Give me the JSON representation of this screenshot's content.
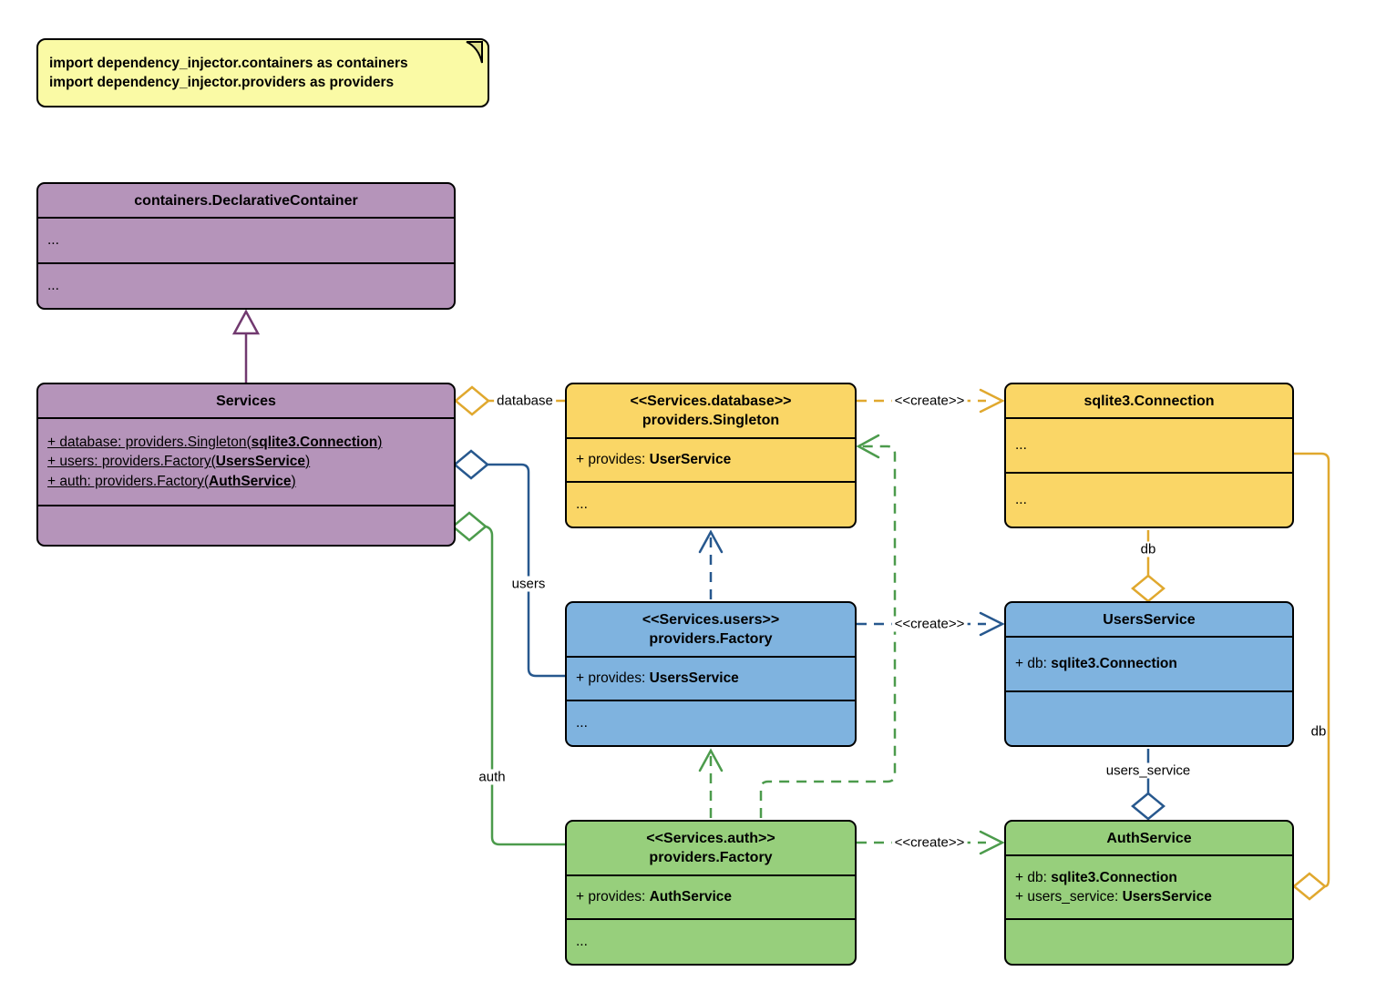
{
  "note": {
    "lines": [
      "import dependency_injector.containers as containers",
      "import dependency_injector.providers as providers"
    ]
  },
  "classes": {
    "declarative_container": {
      "title": "containers.DeclarativeContainer",
      "compartments": [
        "...",
        "..."
      ]
    },
    "services": {
      "title": "Services",
      "attributes": [
        {
          "prefix": "+ database: providers.Singleton(",
          "type": "sqlite3.Connection",
          "suffix": ")"
        },
        {
          "prefix": "+ users: providers.Factory(",
          "type": "UsersService",
          "suffix": ")"
        },
        {
          "prefix": "+ auth: providers.Factory(",
          "type": "AuthService",
          "suffix": ")"
        }
      ]
    },
    "database_singleton": {
      "stereotype": "<<Services.database>>",
      "title": "providers.Singleton",
      "attributes": [
        {
          "prefix": "+ provides: ",
          "type": "UserService",
          "suffix": ""
        }
      ],
      "ellipsis": "..."
    },
    "sqlite_connection": {
      "title": "sqlite3.Connection",
      "compartments": [
        "...",
        "..."
      ]
    },
    "users_factory": {
      "stereotype": "<<Services.users>>",
      "title": "providers.Factory",
      "attributes": [
        {
          "prefix": "+ provides: ",
          "type": "UsersService",
          "suffix": ""
        }
      ],
      "ellipsis": "..."
    },
    "users_service": {
      "title": "UsersService",
      "attributes": [
        {
          "prefix": "+ db: ",
          "type": "sqlite3.Connection",
          "suffix": ""
        }
      ]
    },
    "auth_factory": {
      "stereotype": "<<Services.auth>>",
      "title": "providers.Factory",
      "attributes": [
        {
          "prefix": "+ provides: ",
          "type": "AuthService",
          "suffix": ""
        }
      ],
      "ellipsis": "..."
    },
    "auth_service": {
      "title": "AuthService",
      "attributes": [
        {
          "prefix": "+ db: ",
          "type": "sqlite3.Connection",
          "suffix": ""
        },
        {
          "prefix": "+ users_service: ",
          "type": "UsersService",
          "suffix": ""
        }
      ]
    }
  },
  "edges": {
    "database_label": "database",
    "users_label": "users",
    "auth_label": "auth",
    "create_label": "<<create>>",
    "db_label": "db",
    "db_right_label": "db",
    "users_service_label": "users_service"
  },
  "colors": {
    "purple_fill": "#B594BA",
    "purple_edge": "#71396F",
    "yellow_fill": "#FAD666",
    "yellow_edge": "#E0A82E",
    "blue_fill": "#7FB3DF",
    "blue_edge": "#27588E",
    "green_fill": "#97CF7C",
    "green_edge": "#4C9B4C",
    "note_fill": "#FAFAA5"
  }
}
